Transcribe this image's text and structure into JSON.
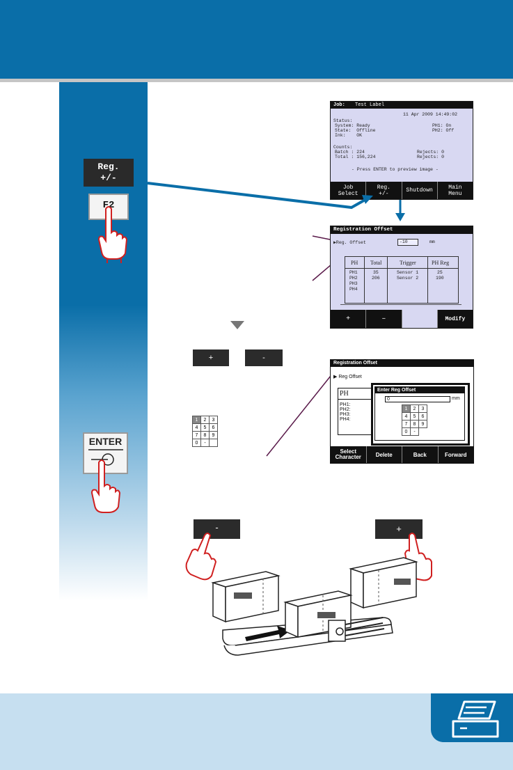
{
  "keys": {
    "reg_label_top": "Reg.",
    "reg_label_bottom": "+/-",
    "f2": "F2",
    "enter": "ENTER"
  },
  "status_screen": {
    "job_label": "Job:",
    "job_name": "Test Label",
    "datetime": "11 Apr 2009  14:49:02",
    "status_label": "Status:",
    "system": "System: Ready",
    "state": "State:  Offline",
    "ink": "Ink:    OK",
    "ph1": "PH1: On",
    "ph2": "PH2: Off",
    "counts_label": "Counts:",
    "batch": "Batch : 224",
    "total": "Total : 156,224",
    "rejects1": "Rejects: 0",
    "rejects2": "Rejects: 0",
    "prompt": "- Press ENTER to preview image -",
    "fn_keys": [
      {
        "top": "Job",
        "bottom": "Select"
      },
      {
        "top": "Reg.",
        "bottom": "+/-"
      },
      {
        "top": "Shutdown",
        "bottom": ""
      },
      {
        "top": "Main",
        "bottom": "Menu"
      }
    ]
  },
  "reg_screen": {
    "title": "Registration Offset",
    "reg_offset_label": "Reg. Offset",
    "reg_offset_value": "-10",
    "unit": "mm",
    "table_headers": [
      "PH",
      "Total",
      "Trigger",
      "PH Reg"
    ],
    "rows": [
      [
        "PH1",
        "35",
        "Sensor 1",
        "25"
      ],
      [
        "PH2",
        "206",
        "Sensor 2",
        "190"
      ],
      [
        "PH3",
        "",
        "",
        ""
      ],
      [
        "PH4",
        "",
        "",
        ""
      ]
    ],
    "fn_keys": [
      "+",
      "–",
      "",
      "Modify"
    ]
  },
  "plus_minus": {
    "plus": "+",
    "minus": "-"
  },
  "keypad": [
    "1",
    "2",
    "3",
    "4",
    "5",
    "6",
    "7",
    "8",
    "9",
    "0",
    "-",
    ""
  ],
  "entry_screen": {
    "title": "Registration Offset",
    "reg_offset_label": "Reg Offset",
    "ph_header": "PH",
    "ph_rows": [
      "PH1:",
      "PH2:",
      "PH3:",
      "PH4:"
    ],
    "dialog_title": "Enter Reg Offset",
    "input_value": "0",
    "unit": "mm",
    "fn_keys": [
      {
        "top": "Select",
        "bottom": "Character"
      },
      {
        "top": "Delete",
        "bottom": ""
      },
      {
        "top": "Back",
        "bottom": ""
      },
      {
        "top": "Forward",
        "bottom": ""
      }
    ]
  },
  "bottom_buttons": {
    "minus": "-",
    "plus": "+"
  },
  "icon": "printer-icon"
}
